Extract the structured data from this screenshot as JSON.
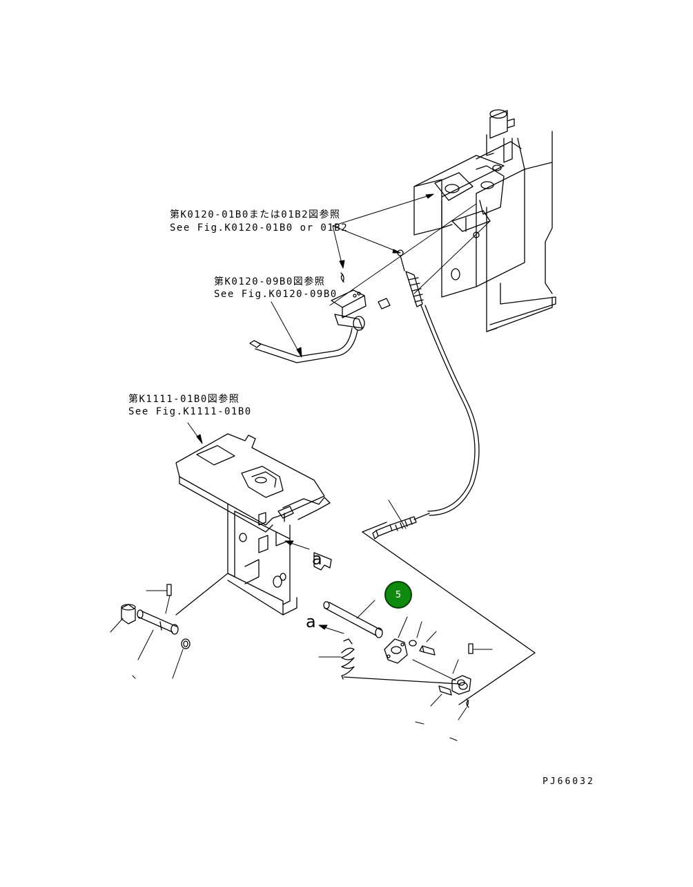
{
  "references": {
    "ref_k0120_01b0": {
      "jp": "第K0120-01B0または01B2図参照",
      "en": "See Fig.K0120-01B0 or 01B2"
    },
    "ref_k0120_09b0": {
      "jp": "第K0120-09B0図参照",
      "en": "See Fig.K0120-09B0"
    },
    "ref_k1111_01b0": {
      "jp": "第K1111-01B0図参照",
      "en": "See Fig.K1111-01B0"
    }
  },
  "view_markers": {
    "upper": "a",
    "lower": "a"
  },
  "callouts": [
    {
      "number": "5",
      "color": "#0f8a0f"
    }
  ],
  "drawing_code": "PJ66032"
}
